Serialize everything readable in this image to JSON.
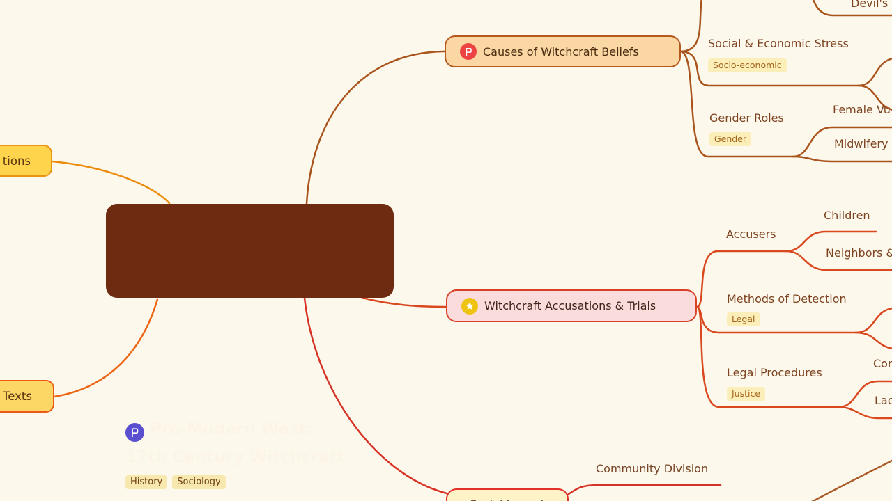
{
  "canvas": {
    "background": "#fdf8ec"
  },
  "central": {
    "title_line1": "Pre-Modern West:",
    "title_line2": "17th Century Witchcraft",
    "tags": [
      "History",
      "Sociology"
    ],
    "icon": "flag-icon",
    "fill": "#6e2b12",
    "text_color": "#fdf4e8",
    "icon_color": "#5a4fd0"
  },
  "branches": {
    "causes": {
      "label": "Causes of Witchcraft Beliefs",
      "icon": "flag-icon",
      "icon_color": "#ee4343",
      "fill": "#fbd7a4",
      "border": "#b4591b",
      "line_color": "#a9541c",
      "children": {
        "devils": {
          "label": "Devil's"
        },
        "social_economic": {
          "label": "Social & Economic Stress",
          "tag": "Socio-economic"
        },
        "gender_roles": {
          "label": "Gender Roles",
          "tag": "Gender",
          "children": {
            "female": {
              "label": "Female Vu"
            },
            "midwifery": {
              "label": "Midwifery"
            }
          }
        }
      }
    },
    "accusations": {
      "label": "Witchcraft Accusations & Trials",
      "icon": "star-icon",
      "icon_color": "#efc312",
      "fill": "#fbdcdc",
      "border": "#d64128",
      "line_color": "#d9481f",
      "children": {
        "accusers": {
          "label": "Accusers",
          "children": {
            "children": {
              "label": "Children"
            },
            "neighbors": {
              "label": "Neighbors &"
            }
          }
        },
        "methods": {
          "label": "Methods of Detection",
          "tag": "Legal"
        },
        "legal": {
          "label": "Legal Procedures",
          "tag": "Justice",
          "children": {
            "con": {
              "label": "Con"
            },
            "lac": {
              "label": "Lac"
            }
          }
        }
      }
    },
    "social_impact": {
      "label": "Social Impact",
      "fill": "#fdf2c8",
      "border": "#e23227",
      "line_color": "#d63226",
      "children": {
        "community": {
          "label": "Community Division"
        }
      }
    },
    "left_top": {
      "label": "tions",
      "fill": "#fdd44b",
      "border": "#eb9410",
      "line_color": "#ec8c0c"
    },
    "left_bottom": {
      "label": "Texts",
      "fill": "#fcd765",
      "border": "#ec5a15",
      "line_color": "#ed6513"
    }
  }
}
